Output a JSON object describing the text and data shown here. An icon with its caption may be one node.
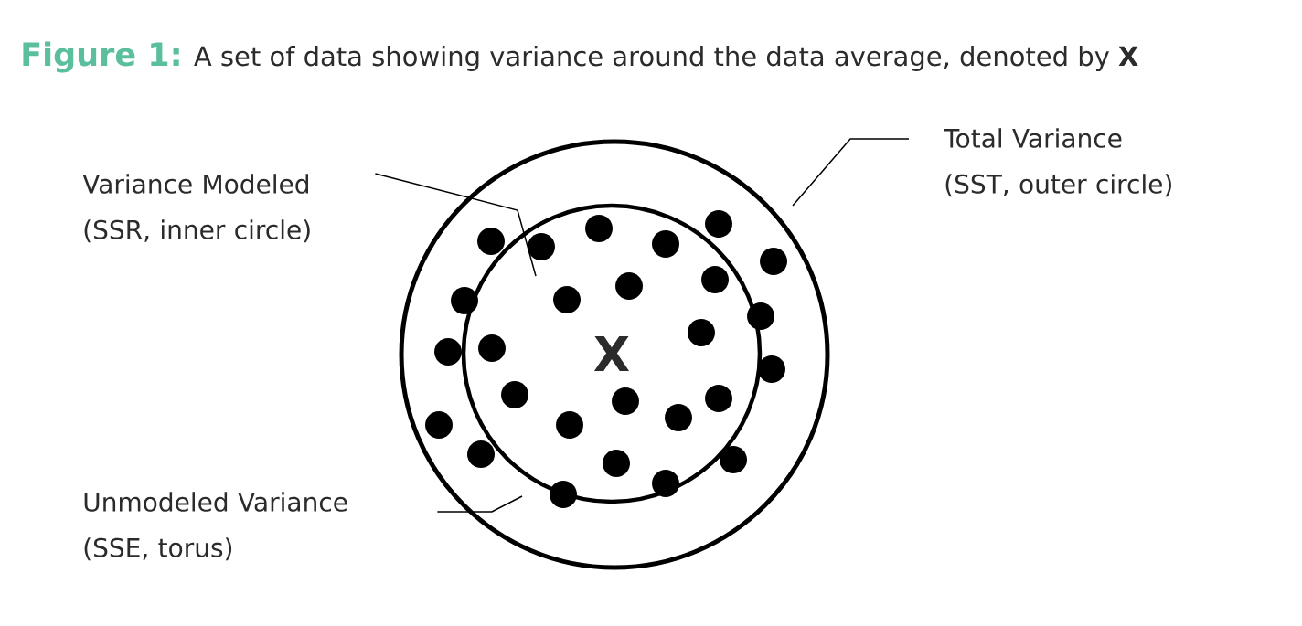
{
  "diagram": {
    "title": "**Figure 1:** A set of data showing variance around the data average, denoted by **X**",
    "nodes": [
      {
        "text": [],
        "shape": "circle"
      },
      {
        "text": [
          "X"
        ],
        "in": 0
      },
      {
        "text": [
          "Variance Modeled (SSR, inner circle)"
        ]
      },
      {
        "text": [
          "Total Variance (SST, outer circle)"
        ]
      },
      {
        "text": [
          "Unmodeled Variance (SSE, torus)"
        ]
      }
    ],
    "edges": [
      {
        "from": 2,
        "to": 1,
        "arrow": "none"
      },
      {
        "from": 3,
        "to": 0,
        "arrow": "none"
      },
      {
        "from": 4,
        "to": 0,
        "arrow": "none"
      }
    ]
  }
}
